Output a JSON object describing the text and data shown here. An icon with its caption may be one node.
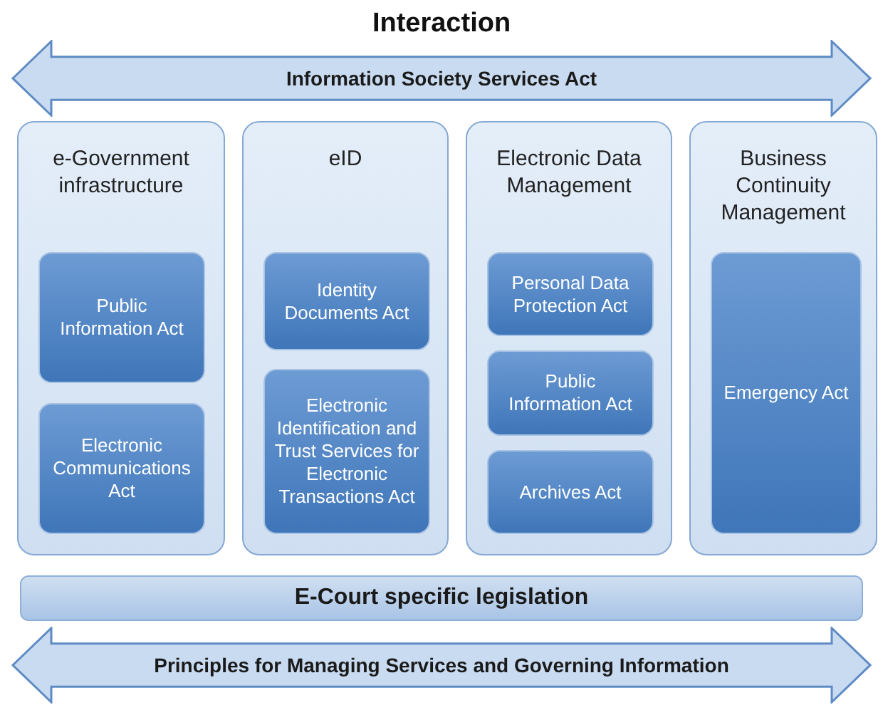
{
  "diagram": {
    "title": "Interaction",
    "nodes": [
      {
        "text": [
          "Information Society Services Act"
        ]
      },
      {
        "text": [
          "e-Government infrastructure"
        ]
      },
      {
        "text": [
          "Public Information Act"
        ],
        "in": 1
      },
      {
        "text": [
          "Electronic Communications Act"
        ],
        "in": 1
      },
      {
        "text": [
          "eID"
        ]
      },
      {
        "text": [
          "Identity Documents Act"
        ],
        "in": 4
      },
      {
        "text": [
          "Electronic Identification and Trust Services for Electronic Transactions Act"
        ],
        "in": 4
      },
      {
        "text": [
          "Electronic Data Management"
        ]
      },
      {
        "text": [
          "Personal Data Protection Act"
        ],
        "in": 7
      },
      {
        "text": [
          "Public Information Act"
        ],
        "in": 7
      },
      {
        "text": [
          "Archives Act"
        ],
        "in": 7
      },
      {
        "text": [
          "Business Continuity Management"
        ]
      },
      {
        "text": [
          "Emergency Act"
        ],
        "in": 11
      },
      {
        "text": [
          "E-Court specific legislation"
        ]
      },
      {
        "text": [
          "Principles for Managing Services and Governing Information"
        ]
      }
    ]
  }
}
